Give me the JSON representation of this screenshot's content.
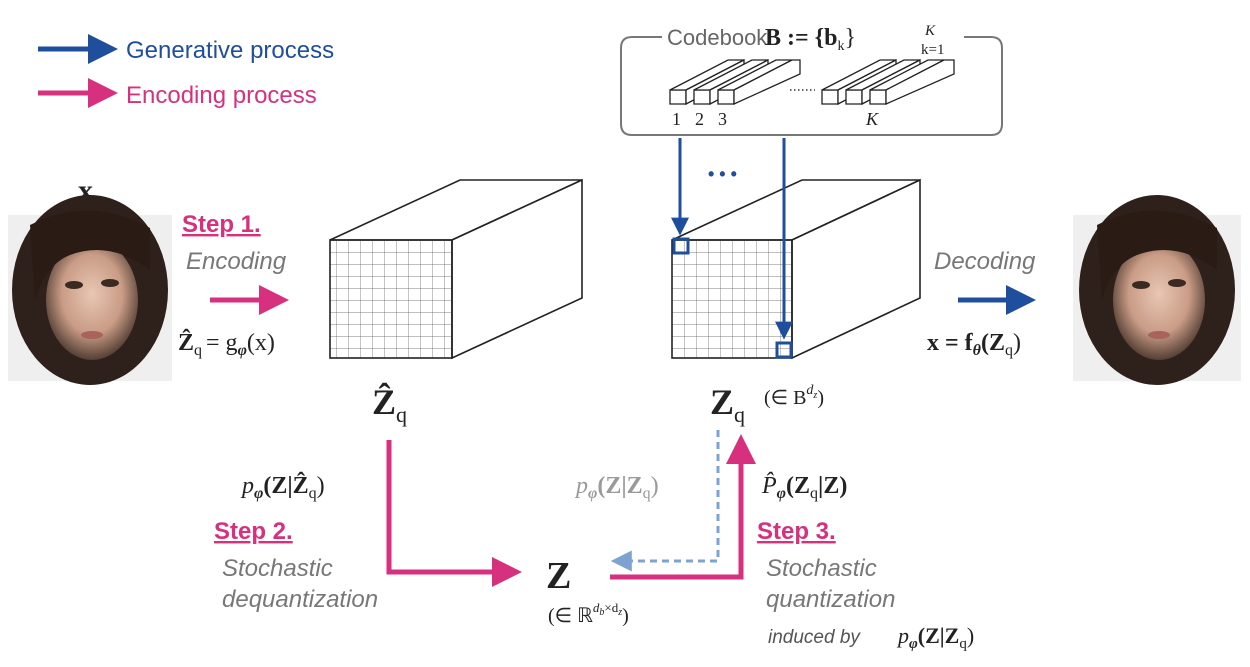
{
  "legend": {
    "generative": "Generative process",
    "encoding": "Encoding process"
  },
  "codebook": {
    "title": "Codebook",
    "set_expr": "B := {b",
    "set_sub_k": "k",
    "set_close": "}",
    "set_sup": "K",
    "set_sub": "k=1",
    "index_labels": [
      "1",
      "2",
      "3"
    ],
    "last_index": "K",
    "ellipsis": "⋯"
  },
  "input_image": {
    "label": "x"
  },
  "step1": {
    "title": "Step 1.",
    "desc": "Encoding",
    "formula_lhs": "Ẑ",
    "formula_lhs_sub": "q",
    "formula_rhs": "= g",
    "formula_rhs_sub": "φ",
    "formula_arg": "(x)"
  },
  "zq_hat": {
    "label": "Ẑ",
    "sub": "q"
  },
  "zq": {
    "label": "Z",
    "sub": "q",
    "domain": "(∈ B",
    "domain_sup": "d",
    "domain_sup_sub": "z",
    "domain_close": ")"
  },
  "decoding": {
    "title": "Decoding",
    "formula_lhs": "x = f",
    "formula_sub": "θ",
    "formula_arg": "(Z",
    "formula_arg_sub": "q",
    "formula_close": ")"
  },
  "step2": {
    "title": "Step 2.",
    "desc_line1": "Stochastic",
    "desc_line2": "dequantization",
    "formula": "p",
    "formula_sub": "φ",
    "formula_arg": "(Z|Ẑ",
    "formula_arg_sub": "q",
    "formula_close": ")"
  },
  "z": {
    "label": "Z",
    "domain": "(∈ ℝ",
    "domain_sup": "d",
    "domain_sup_b": "b",
    "domain_sup_mid": "×d",
    "domain_sup_z": "z",
    "domain_close": ")"
  },
  "step3": {
    "title": "Step 3.",
    "desc_line1": "Stochastic",
    "desc_line2": "quantization",
    "induced": "induced by",
    "induced_formula": "p",
    "induced_sub": "φ",
    "induced_arg": "(Z|Z",
    "induced_arg_sub": "q",
    "induced_close": ")",
    "formula": "P̂",
    "formula_sub": "φ",
    "formula_arg": "(Z",
    "formula_arg_sub": "q",
    "formula_mid": "|Z)"
  },
  "gray_formula": {
    "text": "p",
    "sub": "φ",
    "arg": "(Z|Z",
    "arg_sub": "q",
    "close": ")"
  },
  "dots": "• • •",
  "colors": {
    "generative": "#1f4e9c",
    "encoding": "#d6307e",
    "gray": "#8a8a8a",
    "dashed": "#7fa3d0"
  }
}
